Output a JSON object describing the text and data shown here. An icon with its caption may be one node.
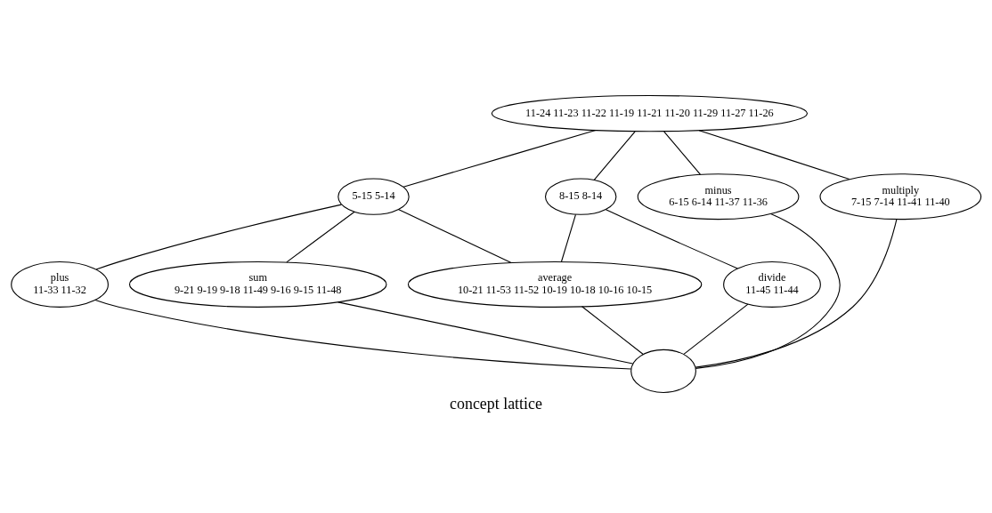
{
  "diagram": {
    "caption": "concept lattice",
    "nodes": [
      {
        "text": [
          "11-24 11-23 11-22 11-19 11-21 11-20 11-29 11-27 11-26"
        ]
      },
      {
        "text": [
          "5-15 5-14"
        ]
      },
      {
        "text": [
          "8-15 8-14"
        ]
      },
      {
        "text": [
          "minus",
          "6-15 6-14 11-37 11-36"
        ]
      },
      {
        "text": [
          "multiply",
          "7-15 7-14 11-41 11-40"
        ]
      },
      {
        "text": [
          "plus",
          "11-33 11-32"
        ]
      },
      {
        "text": [
          "sum",
          "9-21 9-19 9-18 11-49 9-16 9-15 11-48"
        ]
      },
      {
        "text": [
          "average",
          "10-21 11-53 11-52 10-19 10-18 10-16 10-15"
        ]
      },
      {
        "text": [
          "divide",
          "11-45 11-44"
        ]
      },
      {
        "text": [],
        "shape": "ellipse"
      }
    ],
    "edges": [
      {
        "from": 0,
        "to": 1,
        "arrow": "none"
      },
      {
        "from": 0,
        "to": 2,
        "arrow": "none"
      },
      {
        "from": 0,
        "to": 3,
        "arrow": "none"
      },
      {
        "from": 0,
        "to": 4,
        "arrow": "none"
      },
      {
        "from": 1,
        "to": 5,
        "arrow": "none"
      },
      {
        "from": 1,
        "to": 6,
        "arrow": "none"
      },
      {
        "from": 1,
        "to": 7,
        "arrow": "none"
      },
      {
        "from": 2,
        "to": 7,
        "arrow": "none"
      },
      {
        "from": 2,
        "to": 8,
        "arrow": "none"
      },
      {
        "from": 5,
        "to": 9,
        "arrow": "none"
      },
      {
        "from": 6,
        "to": 9,
        "arrow": "none"
      },
      {
        "from": 7,
        "to": 9,
        "arrow": "none"
      },
      {
        "from": 8,
        "to": 9,
        "arrow": "none"
      },
      {
        "from": 3,
        "to": 9,
        "arrow": "none"
      },
      {
        "from": 4,
        "to": 9,
        "arrow": "none"
      }
    ]
  }
}
